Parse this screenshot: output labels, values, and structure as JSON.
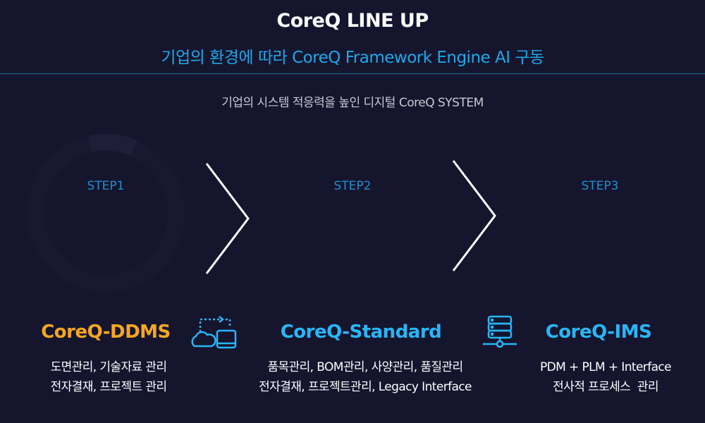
{
  "header": {
    "title": "CoreQ LINE UP",
    "subtitle": "기업의 환경에 따라 CoreQ Framework Engine AI 구동",
    "tagline": "기업의 시스템 적응력을 높인 디지털 CoreQ SYSTEM"
  },
  "steps": [
    {
      "label": "STEP1",
      "product": "CoreQ-DDMS",
      "desc": [
        "도면관리, 기술자료 관리",
        "전자결재, 프로젝트 관리"
      ]
    },
    {
      "label": "STEP2",
      "product": "CoreQ-Standard",
      "desc": [
        "품목관리, BOM관리, 사양관리, 품질관리",
        "전자결재, 프로젝트관리, Legacy Interface"
      ]
    },
    {
      "label": "STEP3",
      "product": "CoreQ-IMS",
      "desc": [
        "PDM + PLM + Interface",
        "전사적 프로세스  관리"
      ]
    }
  ],
  "colors": {
    "background": "#15152e",
    "accent": "#1fa8e8",
    "ddms": "#f5a623",
    "product_blue": "#29b6f6"
  }
}
